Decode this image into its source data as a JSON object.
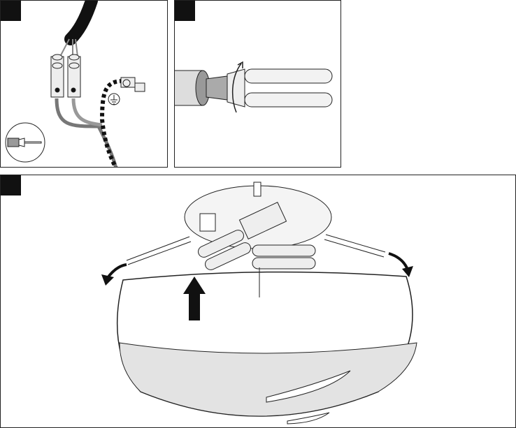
{
  "panels": [
    {
      "id": "wiring",
      "icons": [
        "terminal-block-icon",
        "earth-ground-icon",
        "screwdriver-icon"
      ]
    },
    {
      "id": "bulb-insertion",
      "icons": [
        "rotate-arrow-icon"
      ]
    },
    {
      "id": "shade-mounting",
      "icons": [
        "up-arrow-icon",
        "curved-arrow-left-icon",
        "curved-arrow-right-icon"
      ]
    }
  ],
  "colors": {
    "line": "#222222",
    "marker": "#111111",
    "grey": "#b8b8b8",
    "light": "#e6e6e6"
  }
}
